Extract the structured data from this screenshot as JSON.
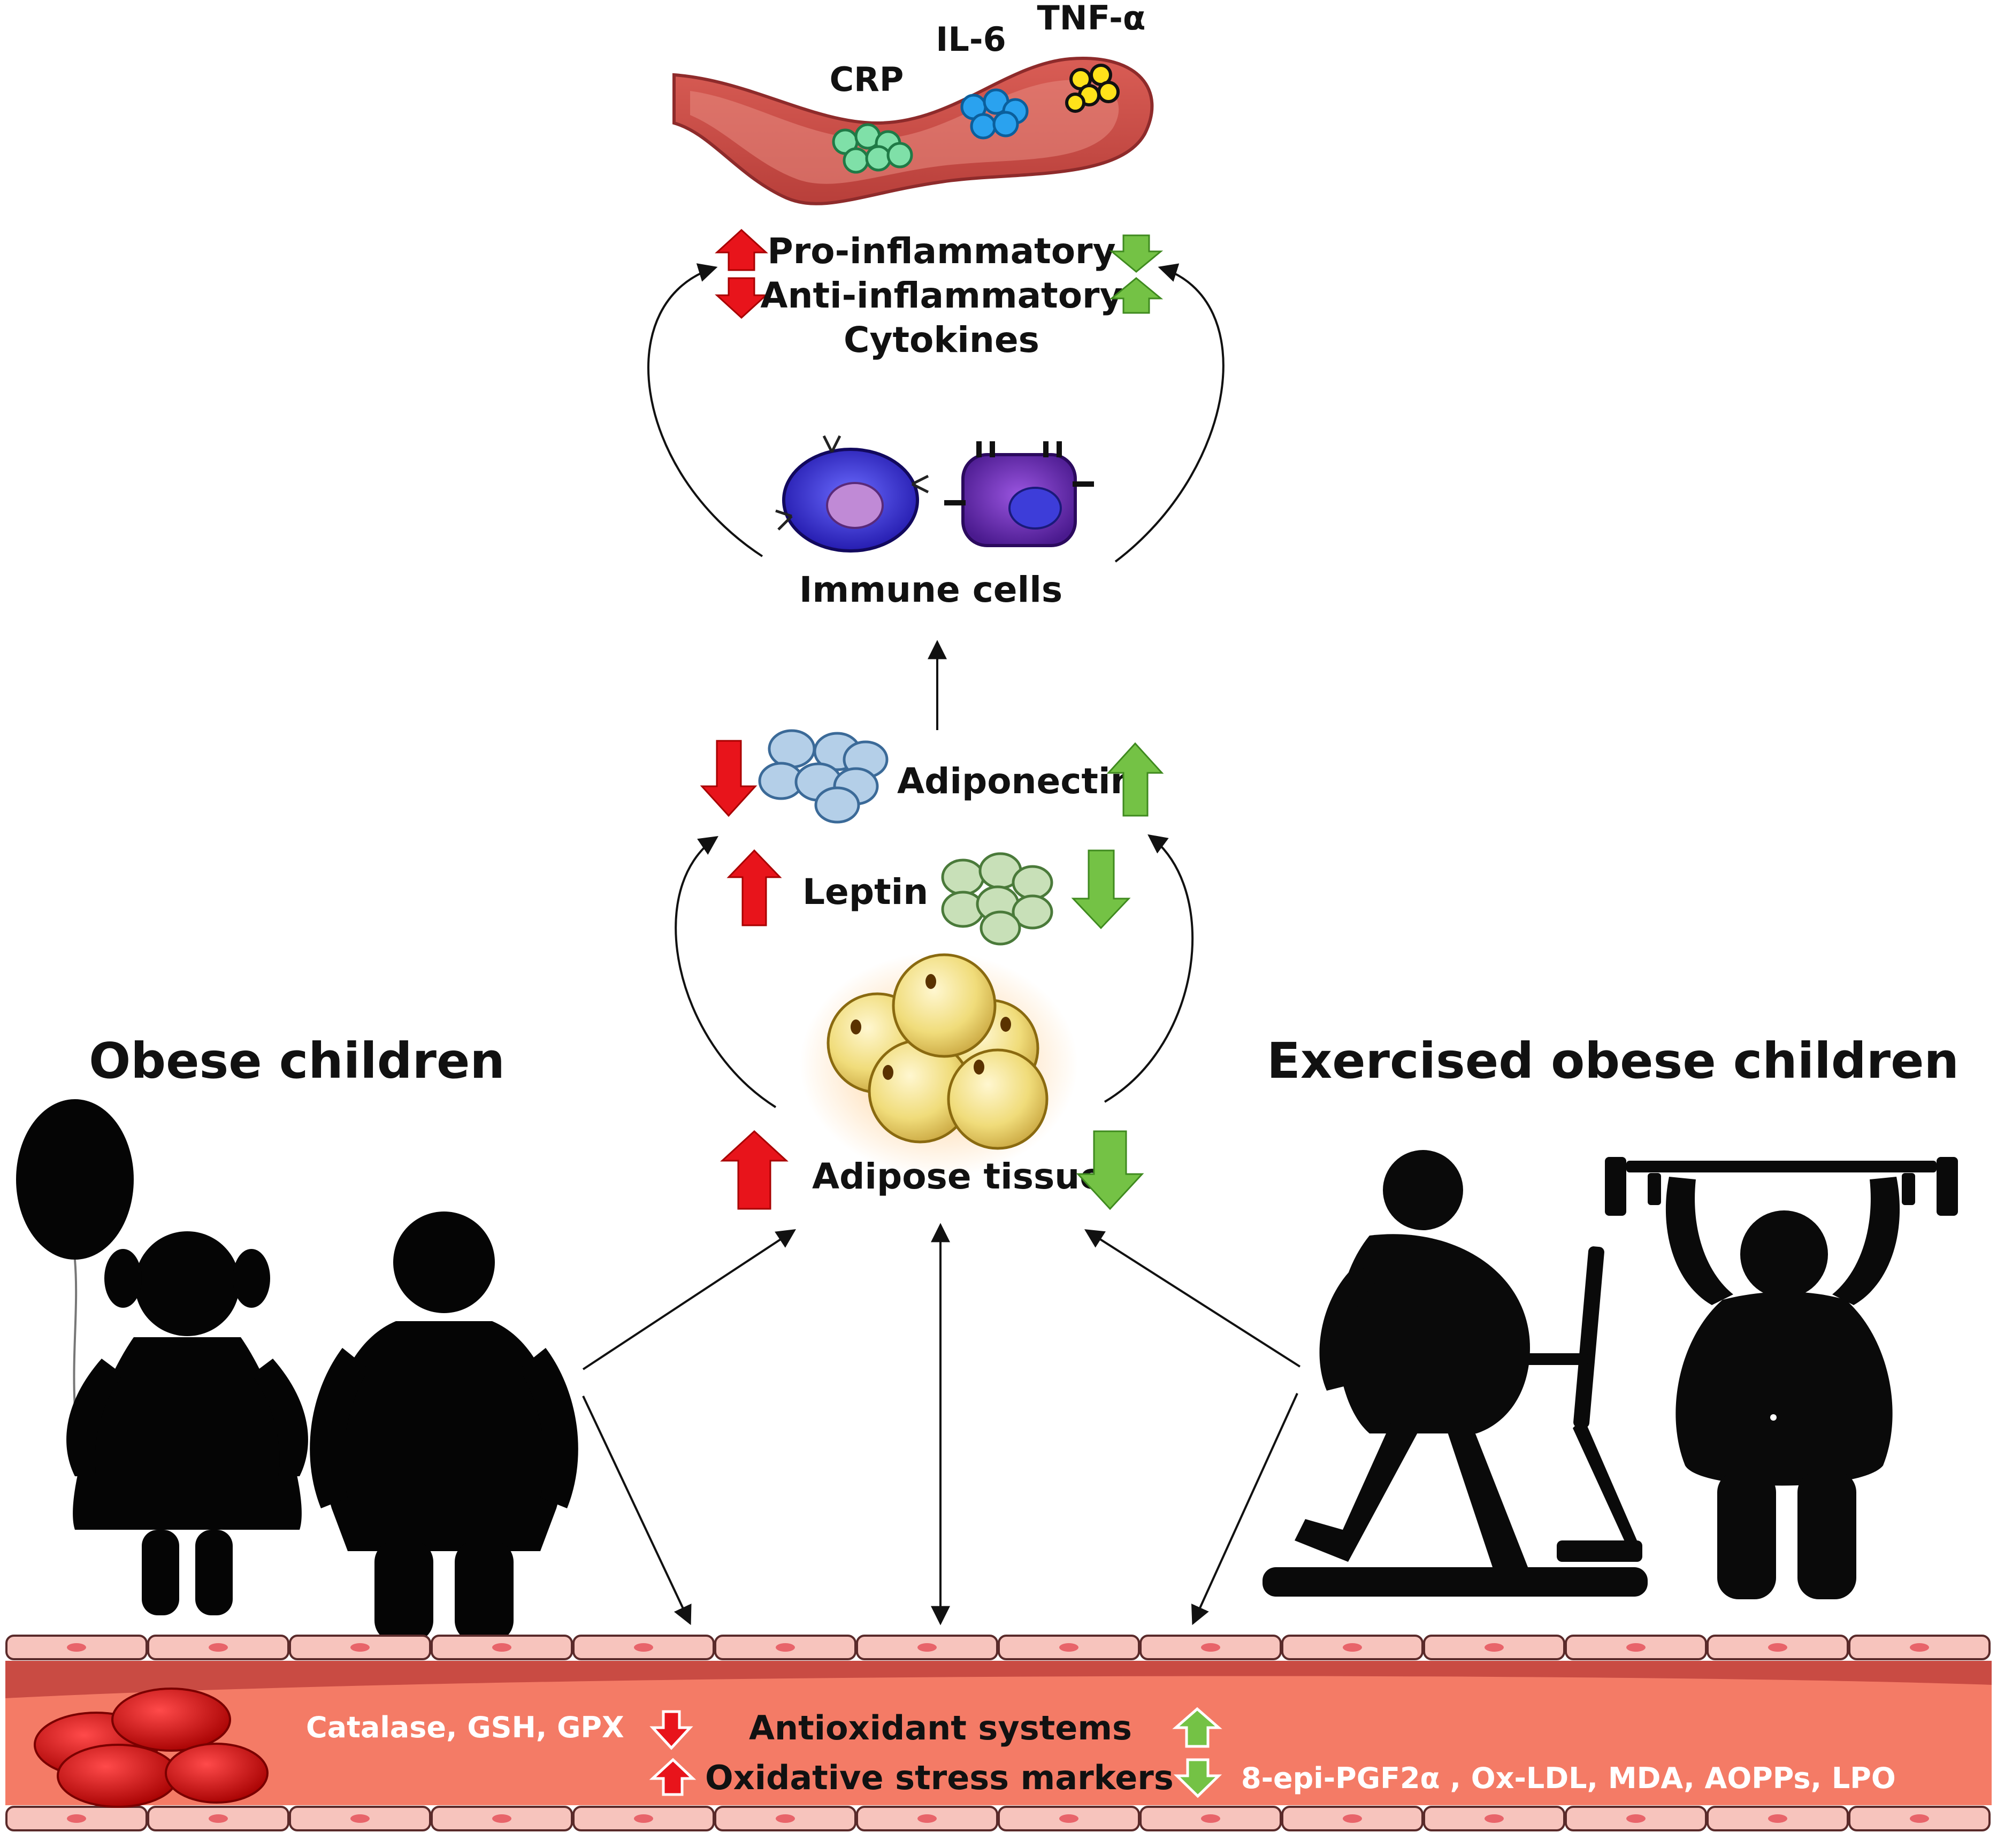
{
  "vessel_labels": {
    "crp": "CRP",
    "il6": "IL-6",
    "tnf": "TNF-α"
  },
  "cytokines": {
    "pro": "Pro-inflammatory",
    "anti": "Anti-inflammatory",
    "title": "Cytokines"
  },
  "immune": {
    "label": "Immune cells"
  },
  "adipokines": {
    "adiponectin": "Adiponectin",
    "leptin": "Leptin"
  },
  "adipose": {
    "label": "Adipose tissue"
  },
  "groups": {
    "left": "Obese children",
    "right": "Exercised obese children"
  },
  "bottom": {
    "enzymes": "Catalase, GSH, GPX",
    "antioxidant": "Antioxidant systems",
    "oxidative": "Oxidative stress markers",
    "markers": "8-epi-PGF2α , Ox-LDL, MDA, AOPPs, LPO"
  },
  "colors": {
    "increase_red": "#e8141b",
    "decrease_green": "#74c245",
    "vessel": "#f47b66",
    "vessel_dark": "#c94b43",
    "text": "#111111",
    "white_text": "#ffffff"
  }
}
